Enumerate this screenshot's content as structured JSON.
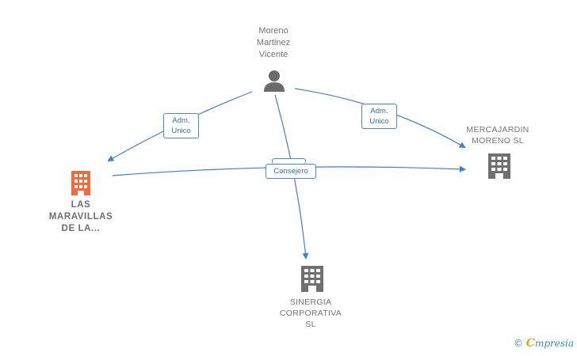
{
  "nodes": {
    "person": {
      "name": "Moreno\nMartinez\nVicente"
    },
    "maravillas": {
      "name": "LAS\nMARAVILLAS\nDE LA..."
    },
    "mercajardin": {
      "name": "MERCAJARDIN\nMORENO  SL"
    },
    "sinergia": {
      "name": "SINERGIA\nCORPORATIVA\nSL"
    }
  },
  "edges": {
    "adm1": "Adm.\nUnico",
    "adm2": "Adm.\nUnico",
    "consejero": "Consejero"
  },
  "footer": {
    "copyright": "©",
    "brand_initial": "C",
    "brand_rest": "mpresia"
  },
  "colors": {
    "edge": "#3f7fcc",
    "highlight_building": "#f26a3d",
    "building": "#707070",
    "person_icon": "#6b6b6b"
  }
}
